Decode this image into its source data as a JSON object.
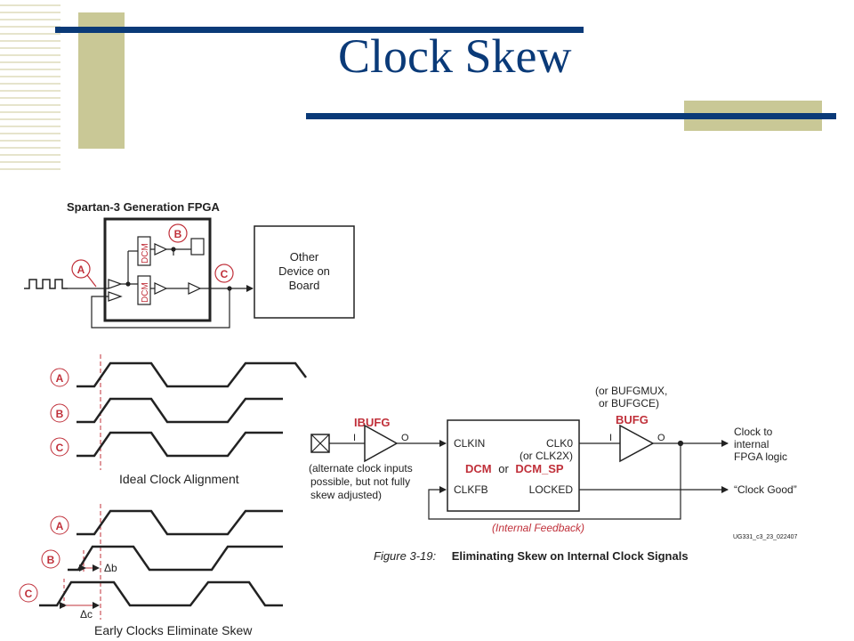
{
  "slide": {
    "title": "Clock Skew",
    "colors": {
      "title": "#0a3a78",
      "rule": "#0a3a78",
      "accent_block": "#c9c896",
      "label_red": "#c0303a",
      "ink": "#222222"
    }
  },
  "fpga_diagram": {
    "heading": "Spartan-3 Generation FPGA",
    "dcm_label": "DCM",
    "node_a": "A",
    "node_b": "B",
    "node_c": "C",
    "other_device": [
      "Other",
      "Device on",
      "Board"
    ]
  },
  "timing_ideal": {
    "rows": [
      "A",
      "B",
      "C"
    ],
    "caption": "Ideal Clock Alignment"
  },
  "timing_early": {
    "rows": [
      "A",
      "B",
      "C"
    ],
    "delta_b": "Δb",
    "delta_c": "Δc",
    "caption": "Early Clocks Eliminate Skew"
  },
  "dcm_figure": {
    "bufg_alt": [
      "(or BUFGMUX,",
      "or BUFGCE)"
    ],
    "ibufg": "IBUFG",
    "bufg": "BUFG",
    "pin_i": "I",
    "pin_o": "O",
    "clkin": "CLKIN",
    "clk0": "CLK0",
    "clk2x": "(or CLK2X)",
    "dcm": "DCM",
    "or": "or",
    "dcm_sp": "DCM_SP",
    "clkfb": "CLKFB",
    "locked": "LOCKED",
    "alt_inputs": [
      "(alternate clock inputs",
      "possible, but not fully",
      "skew adjusted)"
    ],
    "clock_out": [
      "Clock to",
      "internal",
      "FPGA logic"
    ],
    "clock_good": "“Clock Good”",
    "internal_feedback": "(Internal Feedback)",
    "part_code": "UG331_c3_23_022407",
    "figure_number": "Figure 3-19:",
    "figure_title": "Eliminating Skew on Internal Clock Signals"
  }
}
